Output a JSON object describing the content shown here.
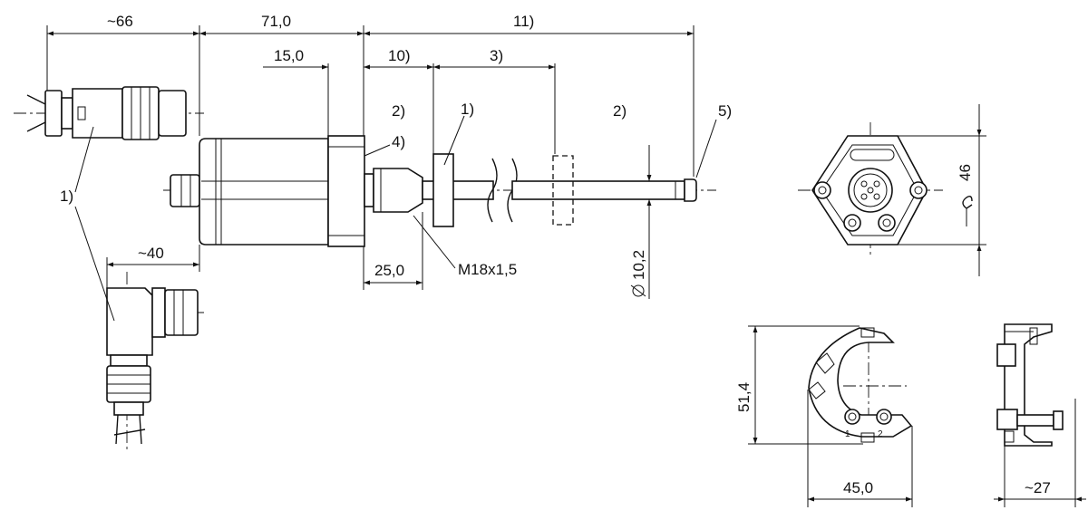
{
  "drawing": {
    "dimensions": {
      "d66": "~66",
      "d71": "71,0",
      "d11": "11)",
      "d15": "15,0",
      "d10": "10)",
      "d3": "3)",
      "d25": "25,0",
      "d40": "~40",
      "d102": "10,2",
      "dm18": "M18x1,5",
      "d46": "46",
      "d514": "51,4",
      "d450": "45,0",
      "d27": "~27"
    },
    "callouts": {
      "c1_left": "1)",
      "c1_magnet": "1)",
      "c2_left": "2)",
      "c2_right": "2)",
      "c4": "4)",
      "c5": "5)"
    },
    "pins": {
      "p1": "1",
      "p2": "2"
    }
  }
}
